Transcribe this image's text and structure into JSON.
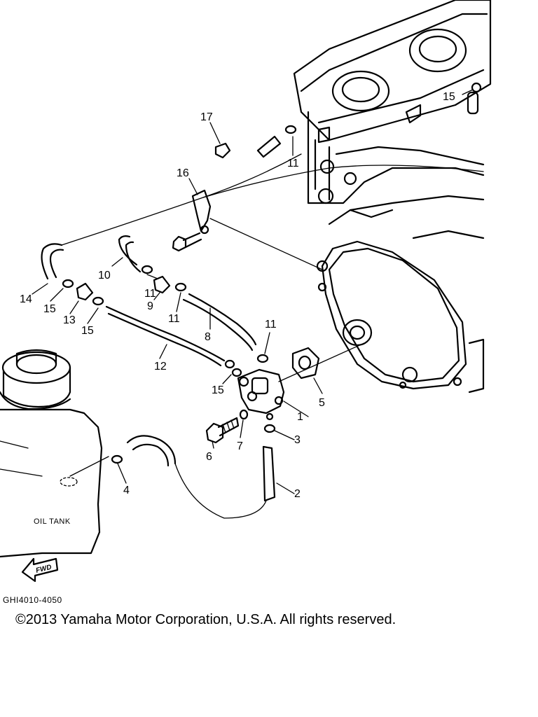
{
  "diagram": {
    "part_callouts": [
      "1",
      "2",
      "3",
      "4",
      "5",
      "6",
      "7",
      "8",
      "9",
      "10",
      "11",
      "12",
      "13",
      "14",
      "15",
      "16",
      "17"
    ],
    "labels": {
      "oil_tank": "OIL TANK",
      "forward_arrow": "FWD"
    }
  },
  "footer": {
    "diagram_code": "GHI4010-4050",
    "copyright": "©2013 Yamaha Motor Corporation, U.S.A. All rights reserved."
  },
  "icons": [
    "forward-arrow-icon"
  ]
}
